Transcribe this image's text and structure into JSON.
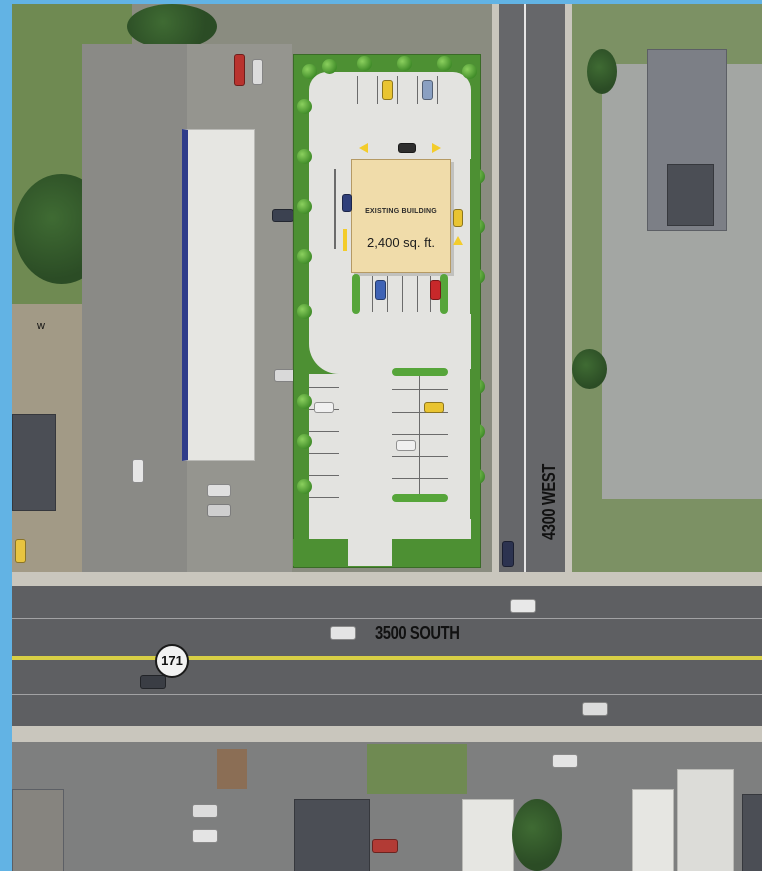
{
  "building": {
    "title": "EXISTING BUILDING",
    "area": "2,400 sq. ft."
  },
  "roads": {
    "east_west": "3500 SOUTH",
    "north_south": "4300 WEST",
    "route_shield": "171"
  },
  "parcel_tag": "w",
  "colors": {
    "frame": "#62b3e4",
    "landscape": "#4d9033",
    "pavement": "#e3e3e0",
    "building_fill": "#f0dcaa",
    "direction_arrows": "#f3cc2b",
    "center_line": "#d8cf45"
  },
  "icons": {
    "route_shield": "highway-shield-icon",
    "traffic_arrows": "arrow-icon"
  }
}
